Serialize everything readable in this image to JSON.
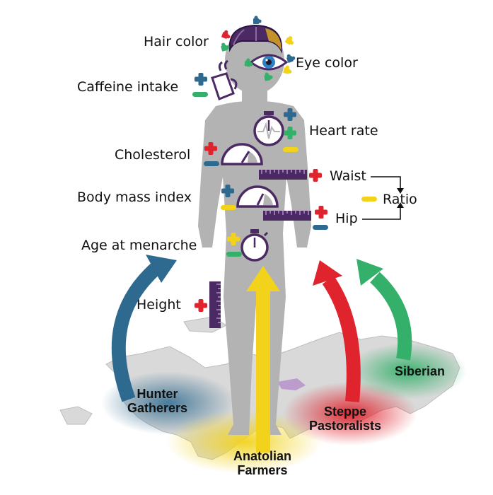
{
  "colors": {
    "body": "#b3b3b3",
    "purple": "#4b2a64",
    "hunter": "#2e6a8f",
    "anatolian": "#f2d21b",
    "steppe": "#e0242e",
    "siberian": "#35b06a",
    "map": "#d8d8d8"
  },
  "traits": {
    "hair_color": "Hair color",
    "eye_color": "Eye color",
    "caffeine_intake": "Caffeine intake",
    "heart_rate": "Heart rate",
    "cholesterol": "Cholesterol",
    "waist": "Waist",
    "body_mass_index": "Body mass index",
    "ratio": "Ratio",
    "hip": "Hip",
    "age_at_menarche": "Age at menarche",
    "height": "Height"
  },
  "populations": {
    "hunter_line1": "Hunter",
    "hunter_line2": "Gatherers",
    "anatolian_line1": "Anatolian",
    "anatolian_line2": "Farmers",
    "steppe_line1": "Steppe",
    "steppe_line2": "Pastoralists",
    "siberian": "Siberian"
  },
  "icons": [
    "puzzle-piece-icon",
    "eye-icon",
    "coffee-cup-icon",
    "stopwatch-icon",
    "gauge-icon",
    "ruler-icon",
    "plus-icon",
    "minus-icon"
  ]
}
